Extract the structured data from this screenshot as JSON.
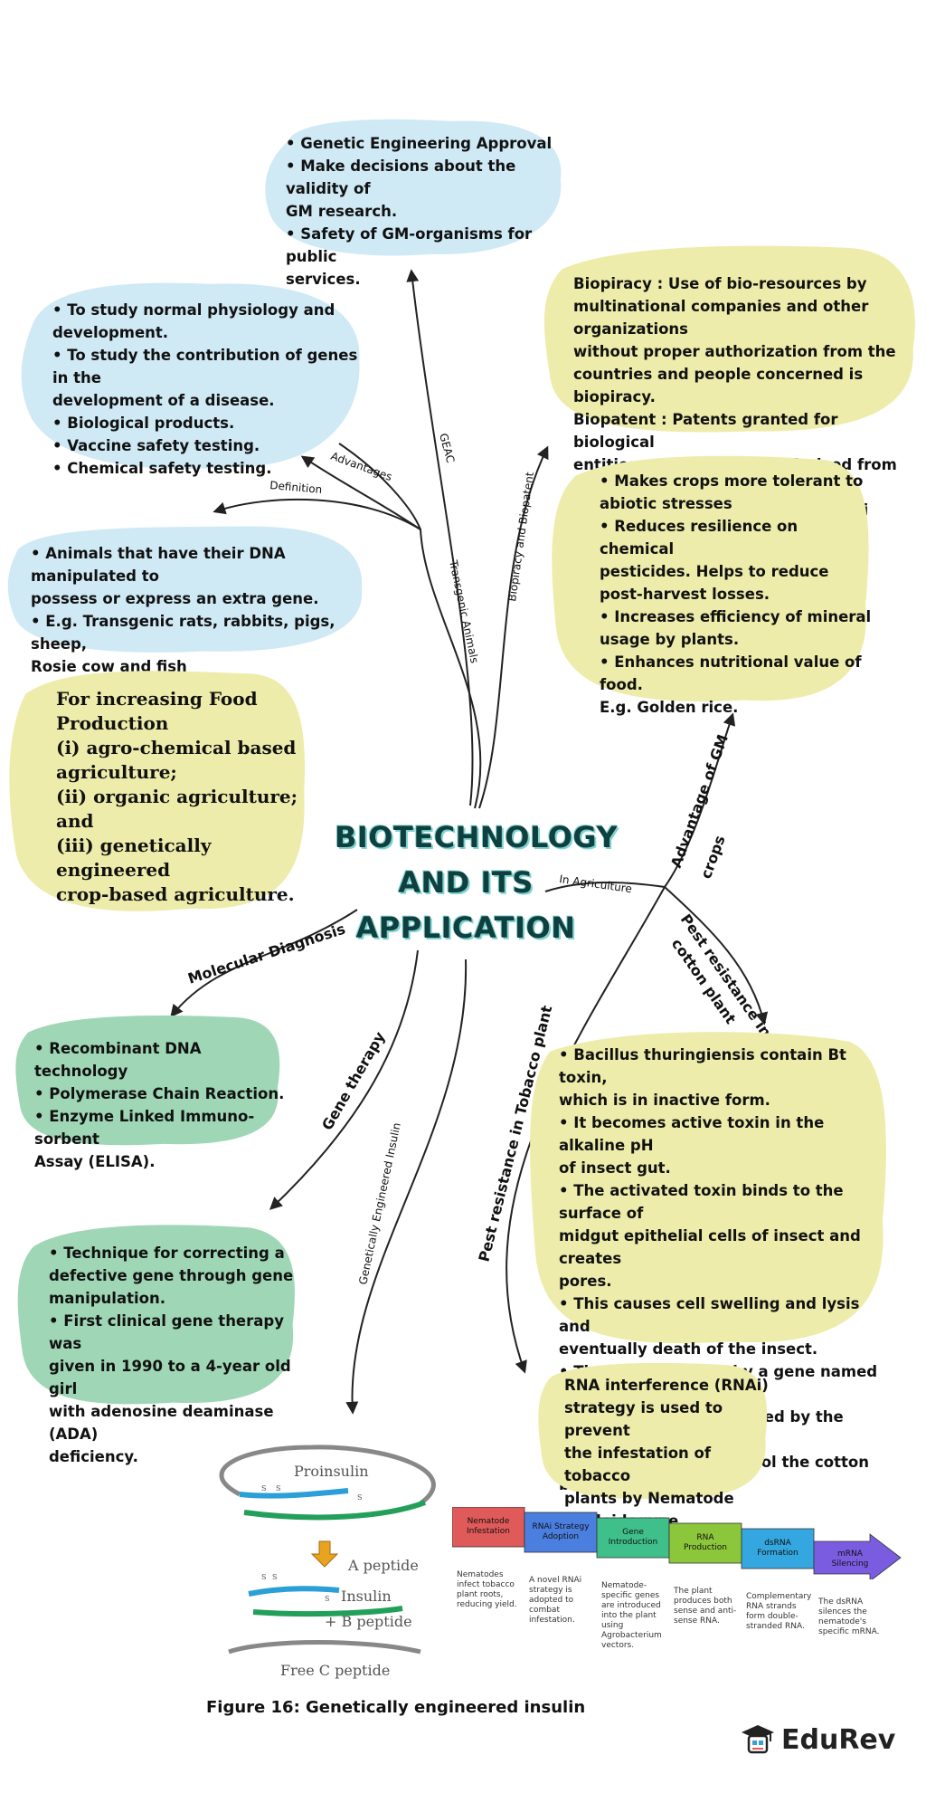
{
  "title": [
    "BIOTECHNOLOGY",
    "AND ITS",
    "APPLICATION"
  ],
  "branches": {
    "geac": "GEAC",
    "advantages": "Advantages",
    "definition": "Definition",
    "transgenic": "Transgenic Animals",
    "biopiracy": "Biopiracy and Biopatent",
    "agriculture": "In Agriculture",
    "advantage_gm": "Advantage of GM",
    "crops": "crops",
    "pest_cotton_1": "Pest resistance in",
    "pest_cotton_2": "cotton plant",
    "pest_tobacco": "Pest resistance in Tobacco plant",
    "molecular": "Molecular Diagnosis",
    "gene_therapy": "Gene therapy",
    "insulin": "Genetically Engineered Insulin"
  },
  "boxes": {
    "geac": [
      "• Genetic Engineering Approval",
      "• Make decisions about the validity of",
      "GM research.",
      "• Safety of GM-organisms for public",
      "services."
    ],
    "advantages": [
      "• To study normal physiology and",
      "development.",
      "• To study the contribution of genes in the",
      "development of a disease.",
      "• Biological products.",
      "• Vaccine safety testing.",
      "• Chemical safety testing."
    ],
    "definition": [
      "• Animals that have their DNA manipulated  to",
      "possess or express an extra gene.",
      "• E.g. Transgenic rats, rabbits, pigs, sheep,",
      "Rosie cow and fish"
    ],
    "food": [
      "For increasing Food",
      "Production",
      "(i) agro-chemical based",
      "agriculture;",
      "(ii) organic agriculture;",
      "and",
      "(iii) genetically engineered",
      "crop-based agriculture."
    ],
    "biopiracy": [
      "Biopiracy : Use of bio-resources by",
      "multinational companies and other organizations",
      "without proper authorization from the",
      "countries and people concerned is biopiracy.",
      "Biopatent : Patents granted for biological",
      "entities and for products derived from them",
      "are called biopatents. E.g. Basmati"
    ],
    "gm_crops": [
      "• Makes crops more tolerant to",
      "abiotic stresses",
      "• Reduces resilience on chemical",
      "pesticides. Helps to reduce",
      "post-harvest losses.",
      "• Increases efficiency of mineral",
      "usage by plants.",
      "• Enhances nutritional value of food.",
      "E.g. Golden rice."
    ],
    "molecular": [
      "• Recombinant DNA technology",
      "• Polymerase Chain Reaction.",
      "• Enzyme Linked Immuno-sorbent",
      "Assay (ELISA)."
    ],
    "bt_cotton": [
      "• Bacillus thuringiensis contain Bt toxin,",
      "which is in inactive form.",
      "• It becomes active toxin in the alkaline pH",
      "of insect gut.",
      "• The activated toxin binds to the surface of",
      "midgut epithelial cells of insect and creates",
      "pores.",
      "• This causes cell swelling and lysis and",
      "eventually death of the insect.",
      "• The toxin is coded by a gene named cry.",
      "E.g.. The proteins encoded by the genes",
      "cryIAc and cryIIAb control the cotton",
      "bollworms."
    ],
    "gene_therapy": [
      "• Technique for correcting a",
      "defective gene through gene",
      "manipulation.",
      "• First clinical gene therapy was",
      "given in 1990 to a 4-year old girl",
      "with adenosine deaminase (ADA)",
      "deficiency."
    ],
    "rnai": [
      "RNA interference (RNAi)",
      "strategy is used to prevent",
      "the infestation of tobacco",
      "plants by Nematode",
      "(Meloidegyne incognitia)."
    ]
  },
  "insulin_diagram": {
    "proinsulin": "Proinsulin",
    "a_peptide": "A peptide",
    "insulin": "Insulin",
    "b_peptide": "+  B peptide",
    "free_c": "Free C peptide",
    "s_mark": "S"
  },
  "rnai_steps": [
    {
      "label": [
        "Nematode",
        "Infestation"
      ],
      "color": "#e05a5a",
      "desc": "Nematodes infect tobacco plant roots, reducing yield."
    },
    {
      "label": [
        "RNAi Strategy",
        "Adoption"
      ],
      "color": "#4a7fe0",
      "desc": "A novel RNAi strategy is adopted to combat infestation."
    },
    {
      "label": [
        "Gene",
        "Introduction"
      ],
      "color": "#3fc08a",
      "desc": "Nematode-specific genes are introduced into the plant using Agrobacterium vectors."
    },
    {
      "label": [
        "RNA",
        "Production"
      ],
      "color": "#8cc63a",
      "desc": "The plant produces both sense and anti-sense RNA."
    },
    {
      "label": [
        "dsRNA",
        "Formation"
      ],
      "color": "#35a7e0",
      "desc": "Complementary RNA strands form double-stranded RNA."
    },
    {
      "label": [
        "mRNA",
        "Silencing"
      ],
      "color": "#7a5ce0",
      "desc": "The dsRNA silences the nematode's specific mRNA."
    }
  ],
  "caption": "Figure 16: Genetically engineered insulin",
  "logo": "EduRev",
  "colors": {
    "blue": "#cfe9f5",
    "yellow": "#eeecaa",
    "green": "#9fd6b5",
    "title_shadow": "#7fd3cf"
  }
}
